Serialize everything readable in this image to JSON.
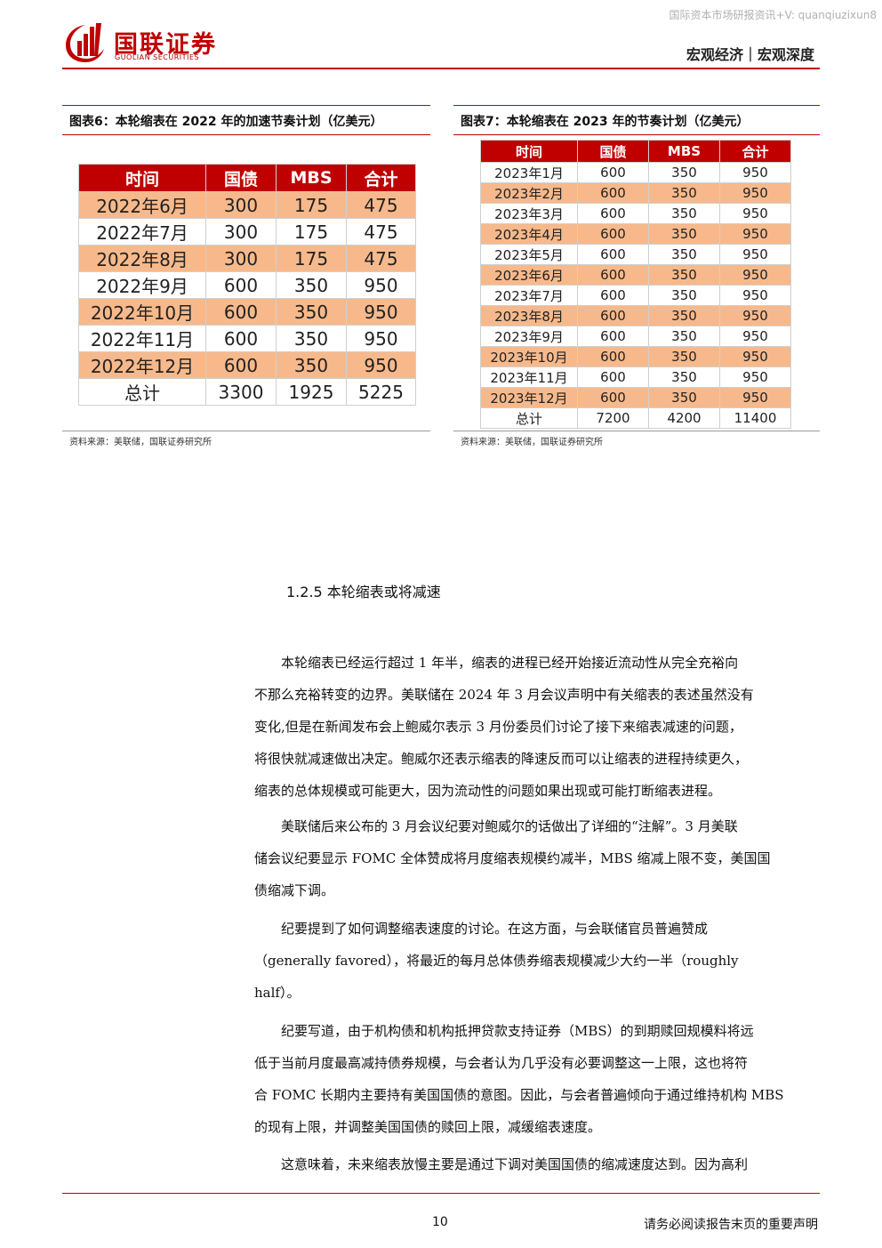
{
  "header": {
    "watermark": "国际资本市场研报资讯+V: quanqiuzixun8",
    "logo_cn": "国联证券",
    "logo_en": "GUOLIAN SECURITIES",
    "section": "宏观经济｜宏观深度"
  },
  "figure6": {
    "title": "图表6：本轮缩表在 2022 年的加速节奏计划（亿美元）",
    "columns": [
      "时间",
      "国债",
      "MBS",
      "合计"
    ],
    "rows": [
      [
        "2022年6月",
        "300",
        "175",
        "475"
      ],
      [
        "2022年7月",
        "300",
        "175",
        "475"
      ],
      [
        "2022年8月",
        "300",
        "175",
        "475"
      ],
      [
        "2022年9月",
        "600",
        "350",
        "950"
      ],
      [
        "2022年10月",
        "600",
        "350",
        "950"
      ],
      [
        "2022年11月",
        "600",
        "350",
        "950"
      ],
      [
        "2022年12月",
        "600",
        "350",
        "950"
      ],
      [
        "总计",
        "3300",
        "1925",
        "5225"
      ]
    ],
    "source": "资料来源：美联储，国联证券研究所"
  },
  "figure7": {
    "title": "图表7：本轮缩表在 2023 年的节奏计划（亿美元）",
    "columns": [
      "时间",
      "国债",
      "MBS",
      "合计"
    ],
    "rows": [
      [
        "2023年1月",
        "600",
        "350",
        "950"
      ],
      [
        "2023年2月",
        "600",
        "350",
        "950"
      ],
      [
        "2023年3月",
        "600",
        "350",
        "950"
      ],
      [
        "2023年4月",
        "600",
        "350",
        "950"
      ],
      [
        "2023年5月",
        "600",
        "350",
        "950"
      ],
      [
        "2023年6月",
        "600",
        "350",
        "950"
      ],
      [
        "2023年7月",
        "600",
        "350",
        "950"
      ],
      [
        "2023年8月",
        "600",
        "350",
        "950"
      ],
      [
        "2023年9月",
        "600",
        "350",
        "950"
      ],
      [
        "2023年10月",
        "600",
        "350",
        "950"
      ],
      [
        "2023年11月",
        "600",
        "350",
        "950"
      ],
      [
        "2023年12月",
        "600",
        "350",
        "950"
      ],
      [
        "总计",
        "7200",
        "4200",
        "11400"
      ]
    ],
    "source": "资料来源：美联储，国联证券研究所"
  },
  "section_heading": "1.2.5 本轮缩表或将减速",
  "paragraphs": [
    [
      "　　本轮缩表已经运行超过 1 年半，缩表的进程已经开始接近流动性从完全充裕向",
      "不那么充裕转变的边界。美联储在 2024 年 3 月会议声明中有关缩表的表述虽然没有",
      "变化,但是在新闻发布会上鲍威尔表示 3 月份委员们讨论了接下来缩表减速的问题，",
      "将很快就减速做出决定。鲍威尔还表示缩表的降速反而可以让缩表的进程持续更久，",
      "缩表的总体规模或可能更大，因为流动性的问题如果出现或可能打断缩表进程。"
    ],
    [
      "　　美联储后来公布的 3 月会议纪要对鲍威尔的话做出了详细的“注解”。3 月美联",
      "储会议纪要显示 FOMC 全体赞成将月度缩表规模约减半，MBS 缩减上限不变，美国国",
      "债缩减下调。"
    ],
    [
      "　　纪要提到了如何调整缩表速度的讨论。在这方面，与会联储官员普遍赞成",
      "（generally favored），将最近的每月总体债券缩表规模减少大约一半（roughly",
      "half）。"
    ],
    [
      "　　纪要写道，由于机构债和机构抵押贷款支持证券（MBS）的到期赎回规模料将远",
      "低于当前月度最高减持债券规模，与会者认为几乎没有必要调整这一上限，这也将符",
      "合 FOMC 长期内主要持有美国国债的意图。因此，与会者普遍倾向于通过维持机构 MBS",
      "的现有上限，并调整美国国债的赎回上限，减缓缩表速度。"
    ],
    [
      "　　这意味着，未来缩表放慢主要是通过下调对美国国债的缩减速度达到。因为高利"
    ]
  ],
  "footer": {
    "page_number": "10",
    "notice": "请务必阅读报告末页的重要声明"
  },
  "colors": {
    "brand_red": "#c00000",
    "row_highlight": "#f7b98b"
  }
}
